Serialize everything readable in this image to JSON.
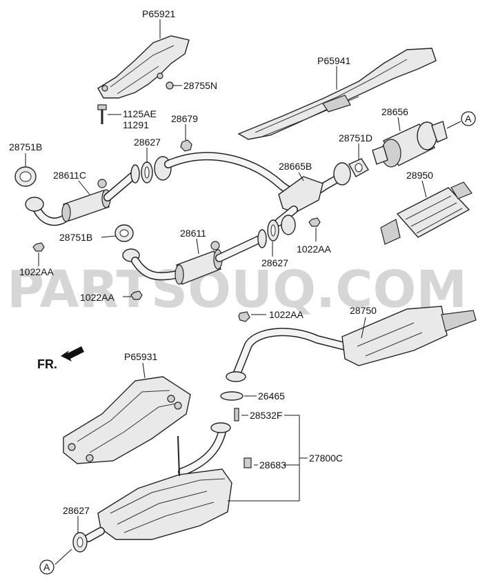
{
  "watermark": "PARTSOUQ.COM",
  "direction_label": "FR.",
  "callouts": [
    {
      "id": "p65921",
      "text": "P65921"
    },
    {
      "id": "28755n",
      "text": "28755N"
    },
    {
      "id": "1125ae",
      "text": "1125AE"
    },
    {
      "id": "11291",
      "text": "11291"
    },
    {
      "id": "28679",
      "text": "28679"
    },
    {
      "id": "28627a",
      "text": "28627"
    },
    {
      "id": "28751b-top",
      "text": "28751B"
    },
    {
      "id": "28611c",
      "text": "28611C"
    },
    {
      "id": "p65941",
      "text": "P65941"
    },
    {
      "id": "28656",
      "text": "28656"
    },
    {
      "id": "28751d",
      "text": "28751D"
    },
    {
      "id": "28665b",
      "text": "28665B"
    },
    {
      "id": "28950",
      "text": "28950"
    },
    {
      "id": "28751b-mid",
      "text": "28751B"
    },
    {
      "id": "28611",
      "text": "28611"
    },
    {
      "id": "1022aa-a",
      "text": "1022AA"
    },
    {
      "id": "28627b",
      "text": "28627"
    },
    {
      "id": "1022aa-b",
      "text": "1022AA"
    },
    {
      "id": "1022aa-c",
      "text": "1022AA"
    },
    {
      "id": "1022aa-d",
      "text": "1022AA"
    },
    {
      "id": "28750",
      "text": "28750"
    },
    {
      "id": "p65931",
      "text": "P65931"
    },
    {
      "id": "26465",
      "text": "26465"
    },
    {
      "id": "28532f",
      "text": "28532F"
    },
    {
      "id": "28683",
      "text": "28683"
    },
    {
      "id": "27800c",
      "text": "27800C"
    },
    {
      "id": "28627c",
      "text": "28627"
    }
  ],
  "connector_markers": [
    {
      "id": "a-top",
      "text": "A"
    },
    {
      "id": "a-bottom",
      "text": "A"
    }
  ]
}
